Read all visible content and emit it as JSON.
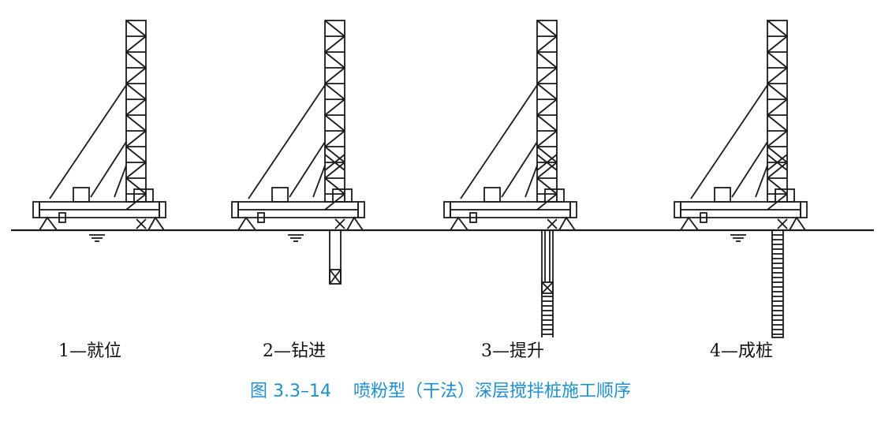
{
  "steps": [
    {
      "label": "1—就位",
      "drill_depth": 0
    },
    {
      "label": "2—钻进",
      "drill_depth": 0.5
    },
    {
      "label": "3—提升",
      "drill_depth": 1.0
    },
    {
      "label": "4—成桩",
      "drill_depth": 1.0
    }
  ],
  "caption": {
    "number": "图 3.3–14",
    "title": "喷粉型（干法）深层搅拌桩施工顺序",
    "color": "#1f8fcf"
  },
  "colors": {
    "ink": "#1a1a1a",
    "background": "#ffffff"
  }
}
